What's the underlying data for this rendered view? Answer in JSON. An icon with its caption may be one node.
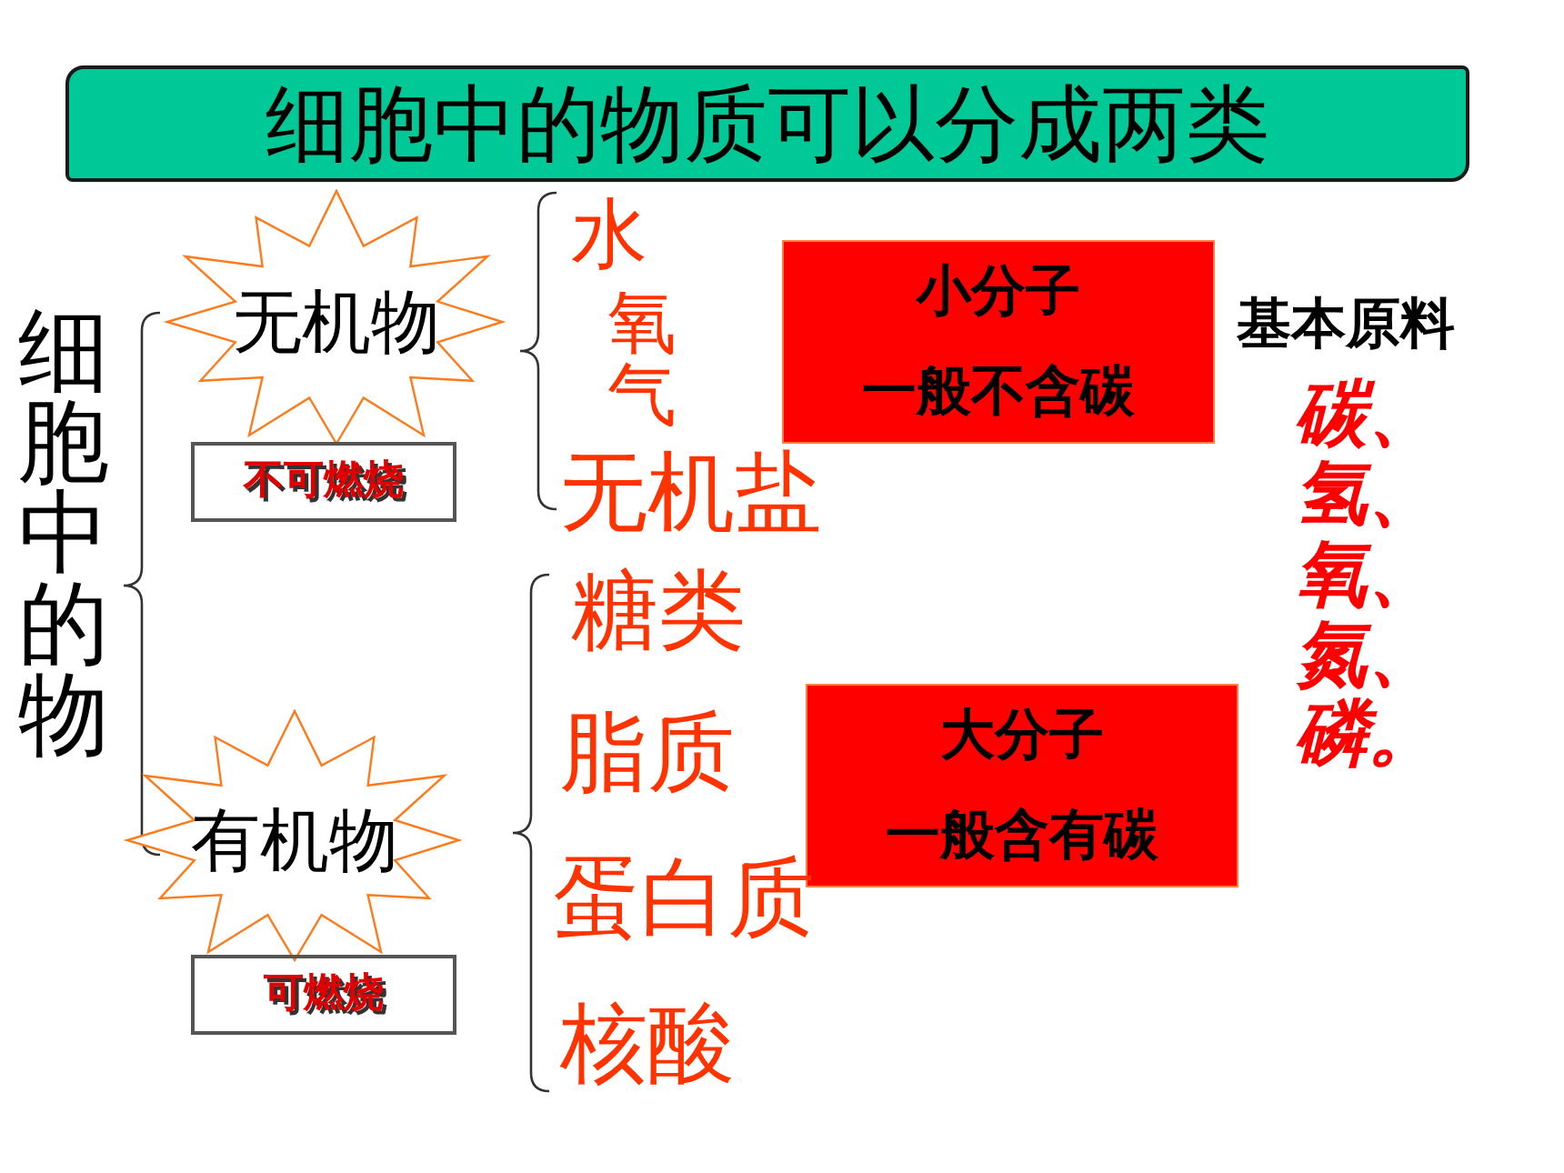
{
  "diagram": {
    "title": "细胞中的物质可以分成两类",
    "nodes": [
      {
        "text": [
          "无机物"
        ]
      },
      {
        "text": [
          "不可燃烧"
        ]
      },
      {
        "text": [
          "小分子",
          "一般不含碳"
        ]
      },
      {
        "text": [
          "有机物"
        ]
      },
      {
        "text": [
          "可燃烧"
        ]
      },
      {
        "text": [
          "大分子",
          "一般含有碳"
        ]
      }
    ],
    "labels": [
      "细胞中的物",
      "水",
      "氧气",
      "基本原料",
      "碳、氢、氧、氮、磷。",
      "无机盐",
      "糖类",
      "脂质",
      "蛋白质",
      "核酸"
    ]
  }
}
